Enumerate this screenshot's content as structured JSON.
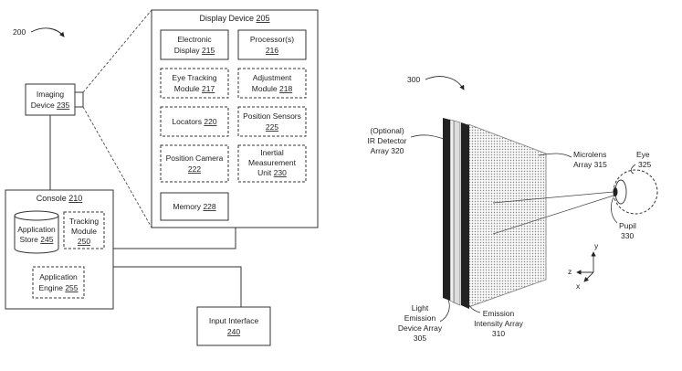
{
  "fig200": {
    "ref": "200",
    "display_device": {
      "label": "Display Device",
      "num": "205"
    },
    "electronic_display": {
      "line1": "Electronic",
      "line2": "Display",
      "num": "215"
    },
    "processors": {
      "label": "Processor(s)",
      "num": "216"
    },
    "eye_tracking": {
      "line1": "Eye Tracking",
      "line2": "Module",
      "num": "217"
    },
    "adjustment": {
      "line1": "Adjustment",
      "line2": "Module",
      "num": "218"
    },
    "locators": {
      "label": "Locators",
      "num": "220"
    },
    "position_sensors": {
      "label": "Position Sensors",
      "num": "225"
    },
    "position_camera": {
      "label": "Position Camera",
      "num": "222"
    },
    "imu": {
      "line1": "Inertial",
      "line2": "Measurement",
      "line3": "Unit",
      "num": "230"
    },
    "memory": {
      "label": "Memory",
      "num": "228"
    },
    "imaging_device": {
      "line1": "Imaging",
      "line2": "Device",
      "num": "235"
    },
    "console": {
      "label": "Console",
      "num": "210"
    },
    "app_store": {
      "line1": "Application",
      "line2": "Store",
      "num": "245"
    },
    "tracking_module": {
      "line1": "Tracking",
      "line2": "Module",
      "num": "250"
    },
    "app_engine": {
      "line1": "Application",
      "line2": "Engine",
      "num": "255"
    },
    "input_interface": {
      "label": "Input Interface",
      "num": "240"
    }
  },
  "fig300": {
    "ref": "300",
    "ir_detector": {
      "line1": "(Optional)",
      "line2": "IR Detector",
      "line3": "Array 320"
    },
    "microlens": {
      "line1": "Microlens",
      "line2": "Array 315"
    },
    "eye": {
      "line1": "Eye",
      "line2": "325"
    },
    "pupil": {
      "line1": "Pupil",
      "line2": "330"
    },
    "light_emission": {
      "line1": "Light",
      "line2": "Emission",
      "line3": "Device Array",
      "line4": "305"
    },
    "emission_intensity": {
      "line1": "Emission",
      "line2": "Intensity Array",
      "line3": "310"
    },
    "axes": {
      "y": "y",
      "z": "z",
      "x": "x"
    }
  }
}
